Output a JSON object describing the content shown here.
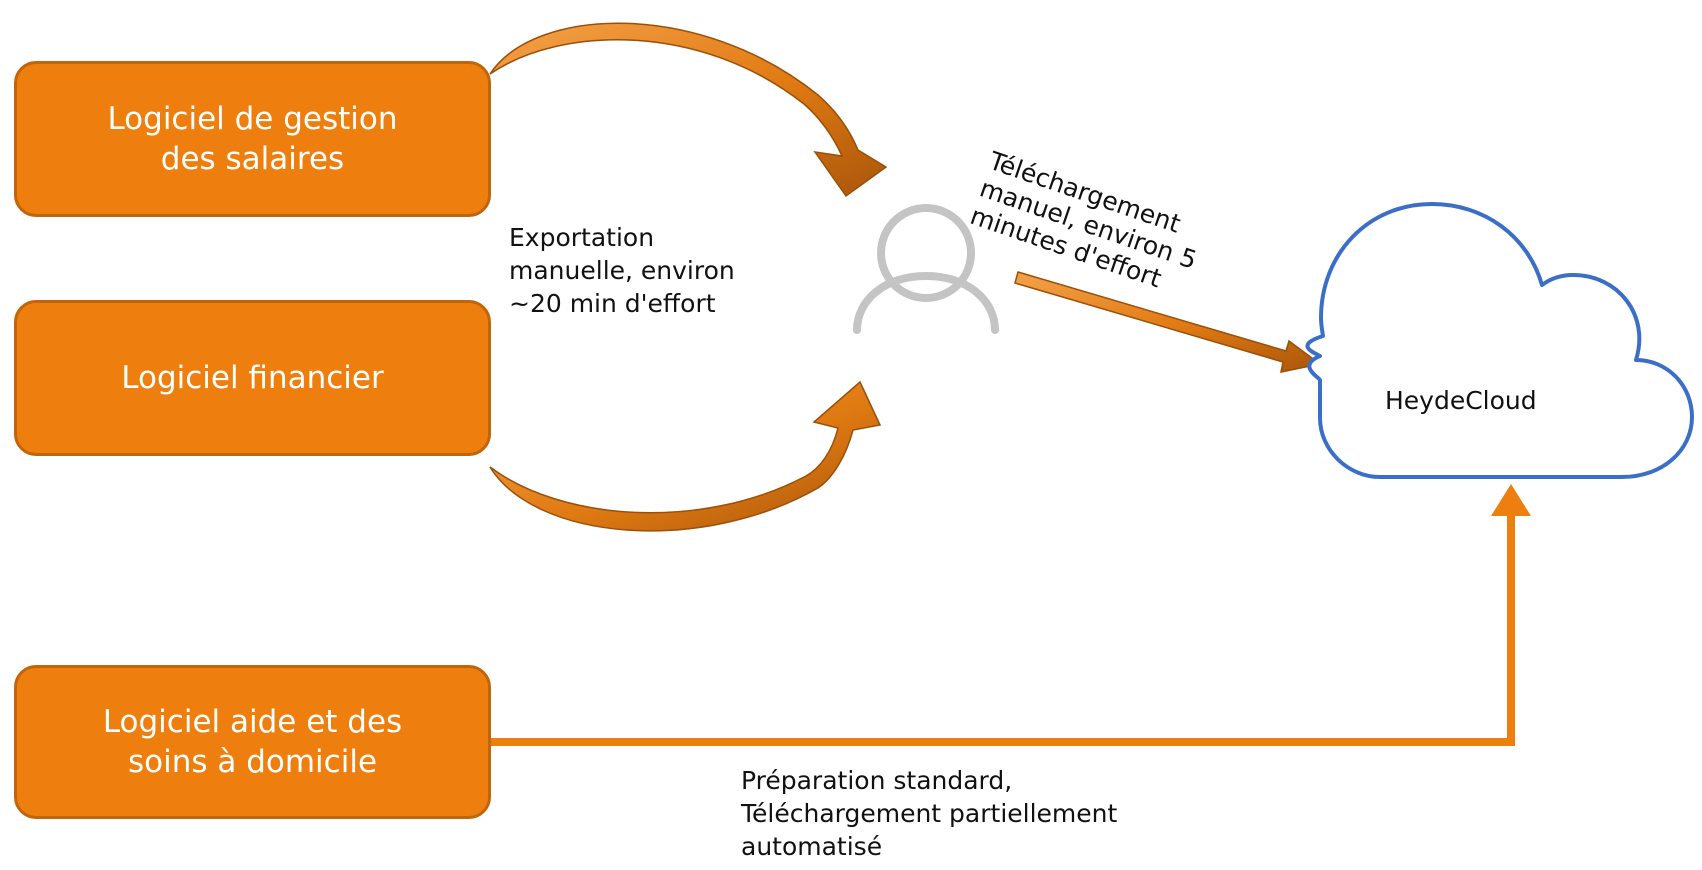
{
  "nodes": {
    "payroll": "Logiciel de gestion\ndes salaires",
    "finance": "Logiciel financier",
    "homecare": "Logiciel aide et des\nsoins à domicile",
    "cloud": "HeydeCloud"
  },
  "labels": {
    "export": "Exportation\nmanuelle, environ\n~20 min d'effort",
    "upload": "Téléchargement\nmanuel, environ 5\nminutes d'effort",
    "standard": "Préparation standard,\nTéléchargement partiellement\nautomatisé"
  },
  "colors": {
    "box_fill": "#ee7f0e",
    "box_border": "#c0650a",
    "connector": "#ee7f0e",
    "cloud_outline": "#3b6fc7",
    "user_icon": "#c4c4c4"
  },
  "icons": {
    "user": "user-icon",
    "cloud": "cloud-icon"
  }
}
